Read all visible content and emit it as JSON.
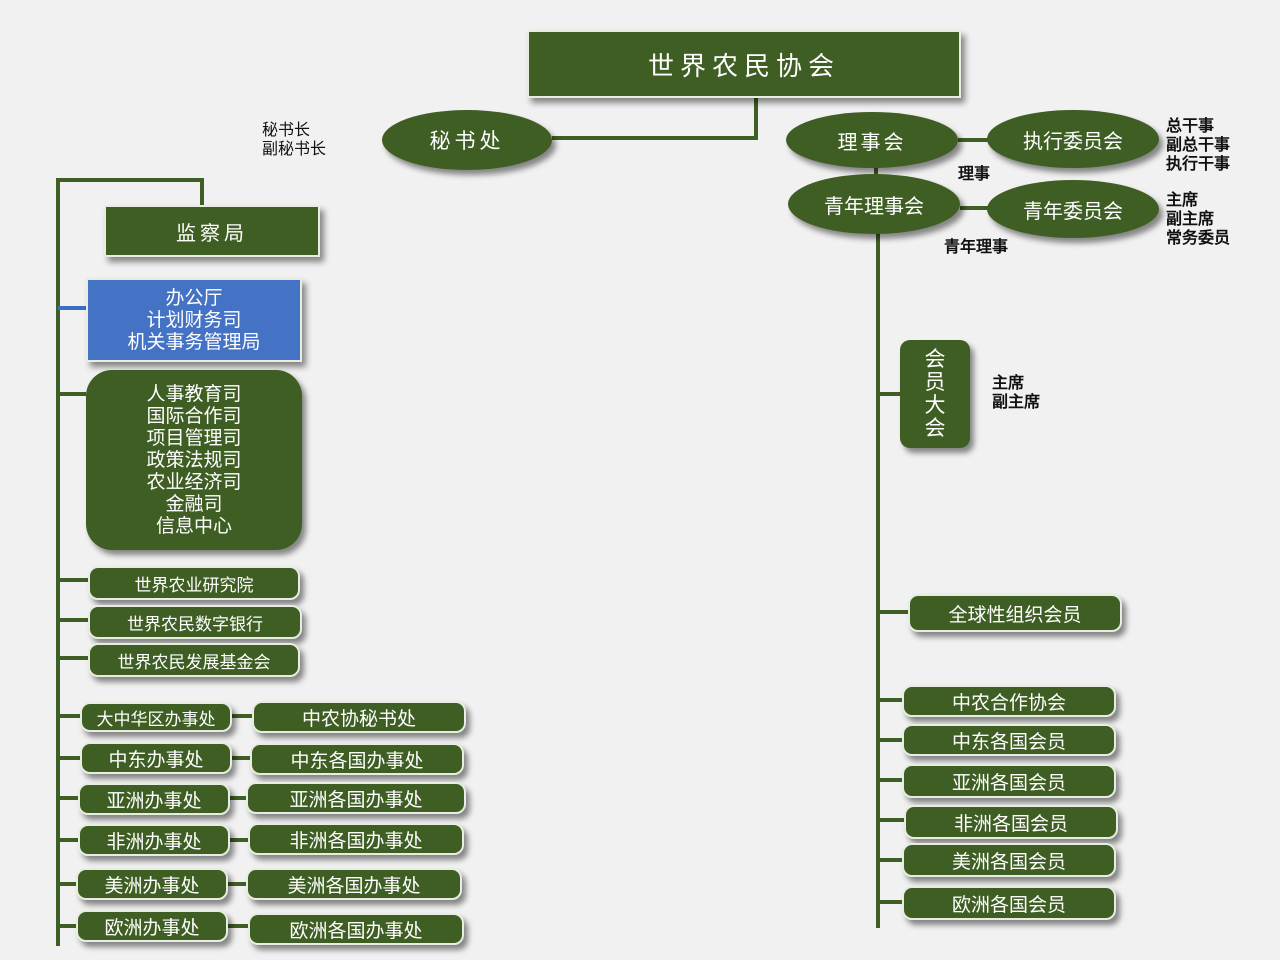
{
  "root": "世界农民协会",
  "secretariat": {
    "label": "秘书处",
    "roles": [
      "秘书长",
      "副秘书长"
    ]
  },
  "council": {
    "label": "理事会",
    "member_role": "理事",
    "executive_committee": {
      "label": "执行委员会",
      "roles": [
        "总干事",
        "副总干事",
        "执行干事"
      ]
    }
  },
  "youth_council": {
    "label": "青年理事会",
    "member_role": "青年理事",
    "youth_committee": {
      "label": "青年委员会",
      "roles": [
        "主席",
        "副主席",
        "常务委员"
      ]
    }
  },
  "general_assembly": {
    "label_chars": [
      "会",
      "员",
      "大",
      "会"
    ],
    "roles": [
      "主席",
      "副主席"
    ]
  },
  "supervision_bureau": "监察局",
  "office_group": [
    "办公厅",
    "计划财务司",
    "机关事务管理局"
  ],
  "department_group": [
    "人事教育司",
    "国际合作司",
    "项目管理司",
    "政策法规司",
    "农业经济司",
    "金融司",
    "信息中心"
  ],
  "institutions": [
    "世界农业研究院",
    "世界农民数字银行",
    "世界农民发展基金会"
  ],
  "regional_offices": [
    {
      "office": "大中华区办事处",
      "sub": "中农协秘书处"
    },
    {
      "office": "中东办事处",
      "sub": "中东各国办事处"
    },
    {
      "office": "亚洲办事处",
      "sub": "亚洲各国办事处"
    },
    {
      "office": "非洲办事处",
      "sub": "非洲各国办事处"
    },
    {
      "office": "美洲办事处",
      "sub": "美洲各国办事处"
    },
    {
      "office": "欧洲办事处",
      "sub": "欧洲各国办事处"
    }
  ],
  "global_members": "全球性组织会员",
  "regional_members": [
    "中农合作协会",
    "中东各国会员",
    "亚洲各国会员",
    "非洲各国会员",
    "美洲各国会员",
    "欧洲各国会员"
  ],
  "colors": {
    "node": "#3f5e24",
    "highlight": "#4472c4",
    "background": "#f1f1f1"
  }
}
